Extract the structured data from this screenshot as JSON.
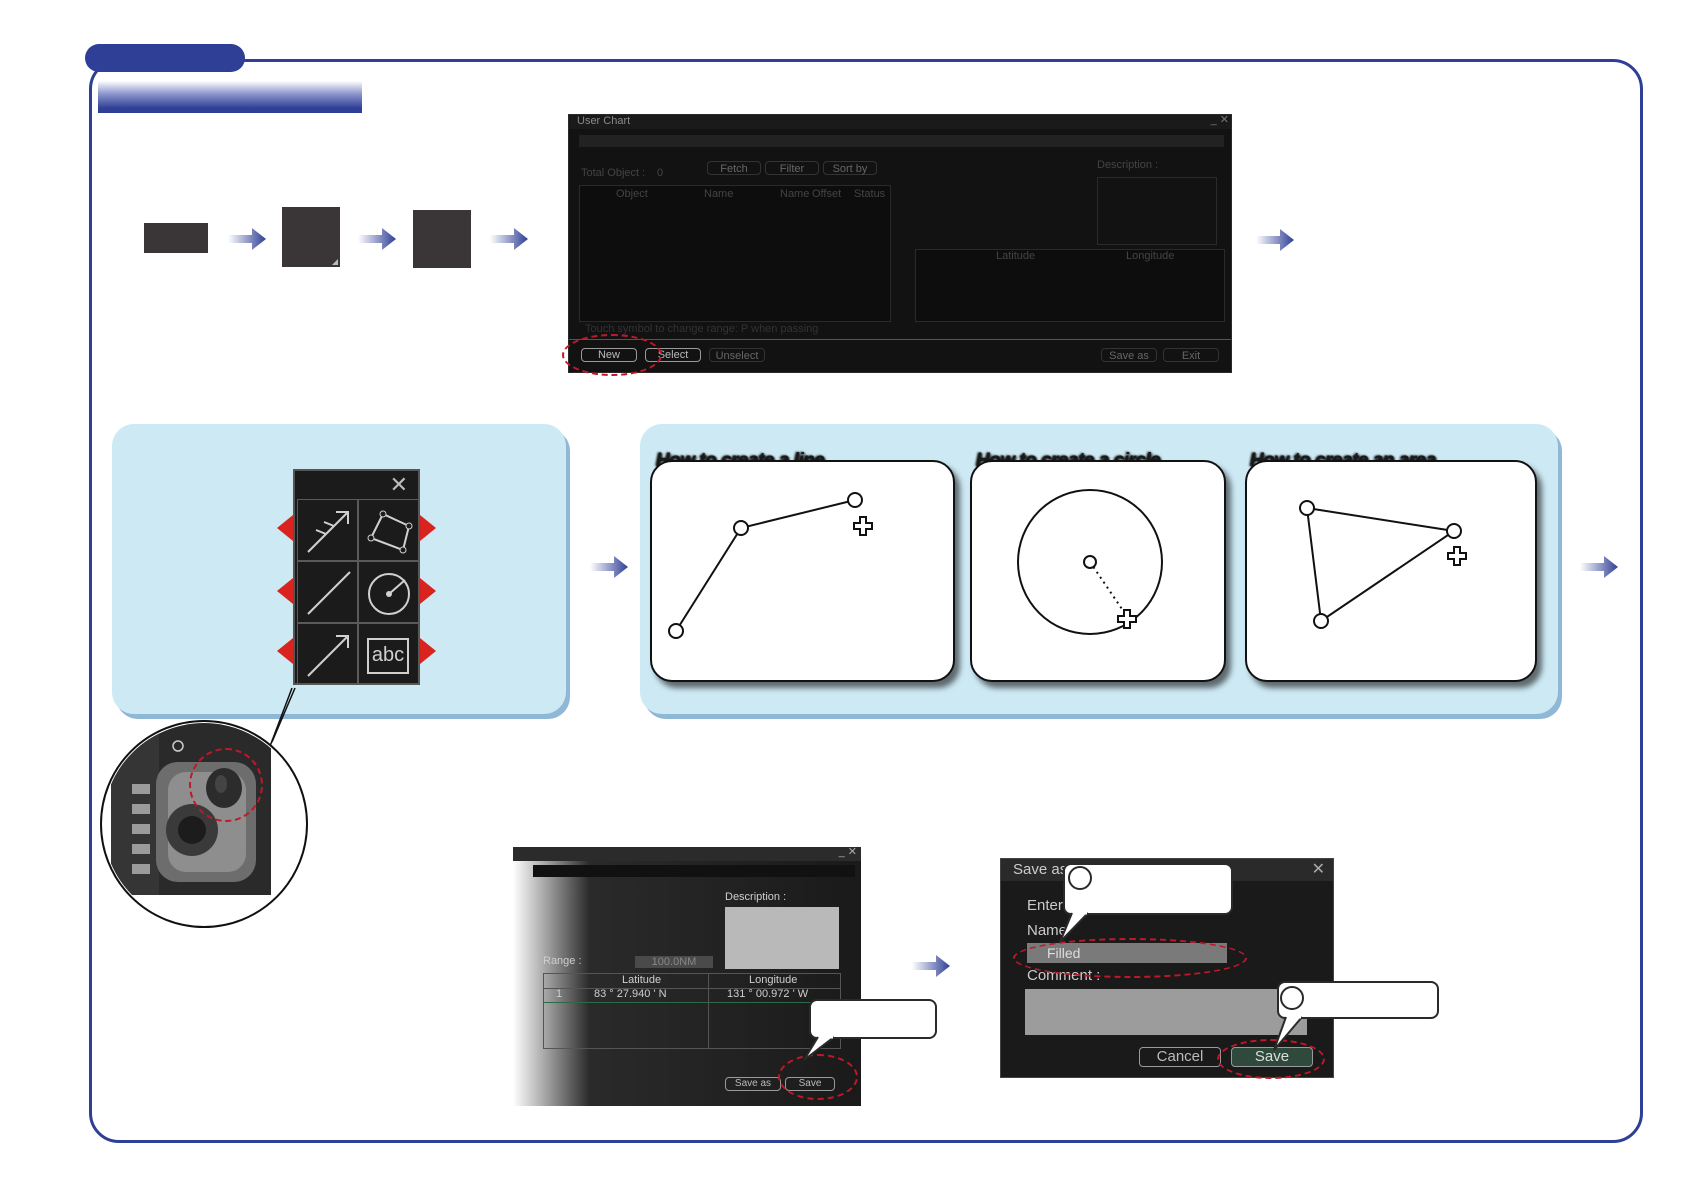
{
  "user_chart_dialog": {
    "title": "User Chart",
    "total_objects_label": "Total Object :",
    "total_objects_value": "0",
    "top_buttons": [
      "Fetch",
      "Filter",
      "Sort by"
    ],
    "columns": [
      "Object",
      "Name",
      "Name",
      "Offset",
      "Status"
    ],
    "description_label": "Description :",
    "lat_long_headers": [
      "Latitude",
      "Longitude"
    ],
    "footer_note": "Touch symbol to change range: P when passing",
    "buttons": {
      "new": "New",
      "select": "Select",
      "unselect": "Unselect",
      "save_as": "Save as",
      "exit": "Exit"
    }
  },
  "toolbox": {
    "text_tool": "abc",
    "close": "✕"
  },
  "cards": [
    {
      "title": "How to create a line"
    },
    {
      "title": "How to create a circle"
    },
    {
      "title": "How to create an area"
    }
  ],
  "edit_dialog": {
    "description_label": "Description :",
    "range_label": "Range :",
    "range_value": "100.0NM",
    "headers": [
      "Latitude",
      "Longitude"
    ],
    "row": {
      "index": "1",
      "latitude": "83 ° 27.940 ' N",
      "longitude": "131 ° 00.972 ' W"
    },
    "save_as_button": "Save as",
    "save_button": "Save"
  },
  "save_as_dialog": {
    "title": "Save as",
    "enter_label": "Enter",
    "name_label": "Name",
    "name_value": "Filled",
    "comment_label": "Comment :",
    "cancel_button": "Cancel",
    "save_button": "Save"
  },
  "colors": {
    "frame": "#2f3f96",
    "panel_light": "#cde9f4",
    "highlight": "#c0182a",
    "arrow": "#2f3f96"
  }
}
